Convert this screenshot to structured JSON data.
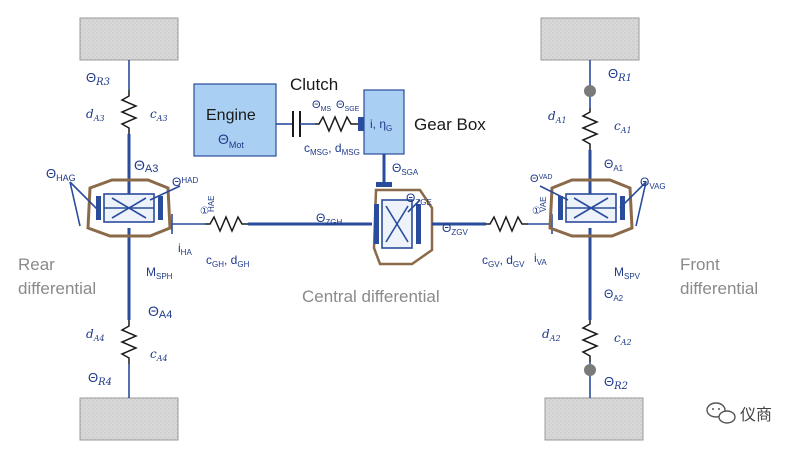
{
  "colors": {
    "shaft": "#2a4c9c",
    "engine_fill": "#a9cff2",
    "wheel_fill": "#d8d8d8",
    "housing": "#8b6a4a",
    "label_blue": "#1f3a8a",
    "gray_text": "#8a8a8a"
  },
  "blocks": {
    "engine_title": "Engine",
    "engine_sub": "Θ",
    "engine_sub_idx": "Mot",
    "clutch": "Clutch",
    "gearbox_title": "Gear Box",
    "gearbox_inner_i": "i, η",
    "gearbox_inner_idx": "G"
  },
  "sections": {
    "rear_line1": "Rear",
    "rear_line2": "differential",
    "central": "Central differential",
    "front_line1": "Front",
    "front_line2": "differential"
  },
  "labels": {
    "theta_r3": "Θ",
    "theta_r3_idx": "R3",
    "d_a3": "d",
    "d_a3_idx": "A3",
    "c_a3": "c",
    "c_a3_idx": "A3",
    "theta_hag": "Θ",
    "theta_hag_idx": "HAG",
    "theta_a3": "Θ",
    "theta_a3_idx": "A3",
    "theta_had": "Θ",
    "theta_had_idx": "HAD",
    "hae_idx": "HAE",
    "i_ha": "i",
    "i_ha_idx": "HA",
    "c_gh": "c",
    "c_gh_idx": "GH",
    "d_gh": ", d",
    "d_gh_idx": "GH",
    "m_sph": "M",
    "m_sph_idx": "SPH",
    "theta_a4": "Θ",
    "theta_a4_idx": "A4",
    "d_a4": "d",
    "d_a4_idx": "A4",
    "c_a4": "c",
    "c_a4_idx": "A4",
    "theta_r4": "Θ",
    "theta_r4_idx": "R4",
    "theta_ms": "Θ",
    "theta_ms_idx": "MS",
    "theta_sge": "Θ",
    "theta_sge_idx": "SGE",
    "c_msg": "c",
    "c_msg_idx": "MSG",
    "d_msg": ", d",
    "d_msg_idx": "MSG",
    "theta_sga": "Θ",
    "theta_sga_idx": "SGA",
    "theta_zge": "Θ",
    "theta_zge_idx": "ZGE",
    "theta_zgh": "Θ",
    "theta_zgh_idx": "ZGH",
    "theta_zgv": "Θ",
    "theta_zgv_idx": "ZGV",
    "c_gv": "c",
    "c_gv_idx": "GV",
    "d_gv": ", d",
    "d_gv_idx": "GV",
    "i_va": "i",
    "i_va_idx": "VA",
    "theta_r1": "Θ",
    "theta_r1_idx": "R1",
    "d_a1": "d",
    "d_a1_idx": "A1",
    "c_a1": "c",
    "c_a1_idx": "A1",
    "theta_a1": "Θ",
    "theta_a1_idx": "A1",
    "theta_vad": "Θ",
    "theta_vad_idx": "VAD",
    "vae_idx": "VAE",
    "theta_vag": "Θ",
    "theta_vag_idx": "VAG",
    "m_spv": "M",
    "m_spv_idx": "SPV",
    "theta_a2": "Θ",
    "theta_a2_idx": "A2",
    "d_a2": "d",
    "d_a2_idx": "A2",
    "c_a2": "c",
    "c_a2_idx": "A2",
    "theta_r2": "Θ",
    "theta_r2_idx": "R2",
    "circle_marker": "①"
  },
  "watermark": {
    "text": "仪商"
  }
}
